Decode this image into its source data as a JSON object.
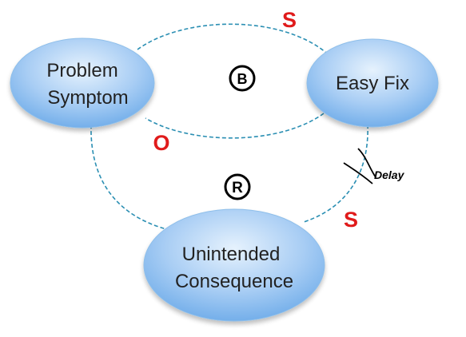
{
  "nodes": {
    "problem_symptom": {
      "line1": "Problem",
      "line2": "Symptom"
    },
    "easy_fix": {
      "label": "Easy Fix"
    },
    "unintended_consequence": {
      "line1": "Unintended",
      "line2": "Consequence"
    }
  },
  "loops": {
    "balancing": "B",
    "reinforcing": "R"
  },
  "polarities": {
    "symptom_to_fix": "S",
    "fix_to_symptom": "O",
    "fix_to_consequence": "S"
  },
  "delay": {
    "label": "Delay"
  },
  "colors": {
    "node_fill_light": "#d4e9fb",
    "node_fill_dark": "#6aa9e8",
    "node_stroke": "#8fbfea",
    "link": "#2b8fb3",
    "polarity": "#e01b1b"
  }
}
